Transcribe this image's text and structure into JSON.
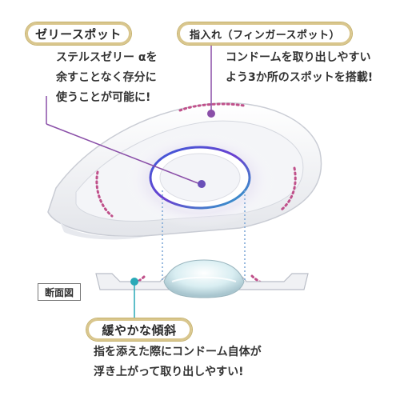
{
  "labels": {
    "jelly_spot": "ゼリースポット",
    "finger_spot": "指入れ（フィンガースポット）",
    "gentle_slope": "緩やかな傾斜",
    "cross_section": "断面図"
  },
  "descriptions": {
    "jelly_spot": "ステルスゼリー αを\n余すことなく存分に\n使うことが可能に!",
    "finger_spot": "コンドームを取り出しやすい\nよう3か所のスポットを搭載!",
    "gentle_slope": "指を添えた際にコンドーム自体が\n浮き上がって取り出しやすい!"
  },
  "colors": {
    "accent_gold": "#d9c68d",
    "callout_purple": "#8a4fa8",
    "callout_teal": "#29a9b7",
    "dotted_pink": "#c0508a"
  }
}
